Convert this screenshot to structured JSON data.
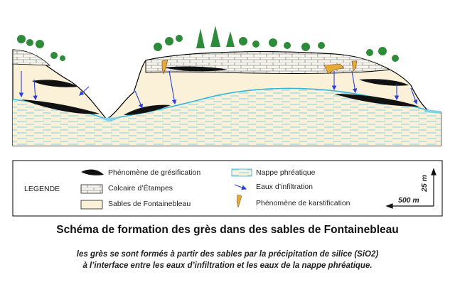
{
  "legend": {
    "heading": "LEGENDE",
    "items": {
      "gresification": "Phénomène de grésification",
      "calcaire": "Calcaire d’Étampes",
      "sables": "Sables de Fontainebleau",
      "nappe": "Nappe phréatique",
      "infiltration": "Eaux d’infiltration",
      "karstification": "Phénomène de karstification"
    }
  },
  "scale": {
    "vertical": "25 m",
    "horizontal": "500 m"
  },
  "title": "Schéma de formation des grès dans des sables de Fontainebleau",
  "caption": {
    "line1": "les grès se sont formés à partir des sables par la précipitation de silice (SiO2)",
    "line2": "à l’interface entre les eaux d’infiltration et les eaux de la nappe phréatique."
  },
  "colors": {
    "sand": "#fbf1d9",
    "water_line": "#7fd3e8",
    "water_table": "#33b4dc",
    "arrow": "#2c3fe0",
    "sandstone": "#111111",
    "limestone": "#f7f5ee",
    "karst": "#e6a93a",
    "tree": "#2e8b3a"
  }
}
